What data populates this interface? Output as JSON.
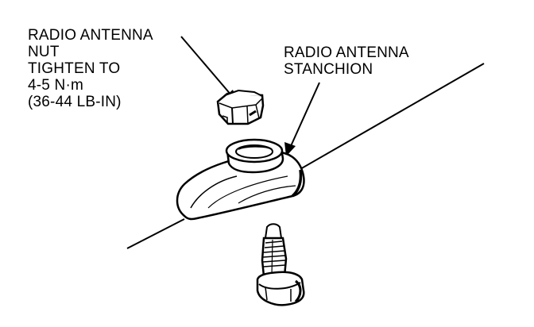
{
  "labels": {
    "nut": {
      "lines": [
        "RADIO ANTENNA",
        "NUT",
        "TIGHTEN TO",
        "4-5 N·m",
        "(36-44 LB-IN)"
      ]
    },
    "stanchion": {
      "lines": [
        "RADIO ANTENNA",
        "STANCHION"
      ]
    }
  },
  "colors": {
    "ink": "#000000",
    "paper": "#ffffff"
  }
}
